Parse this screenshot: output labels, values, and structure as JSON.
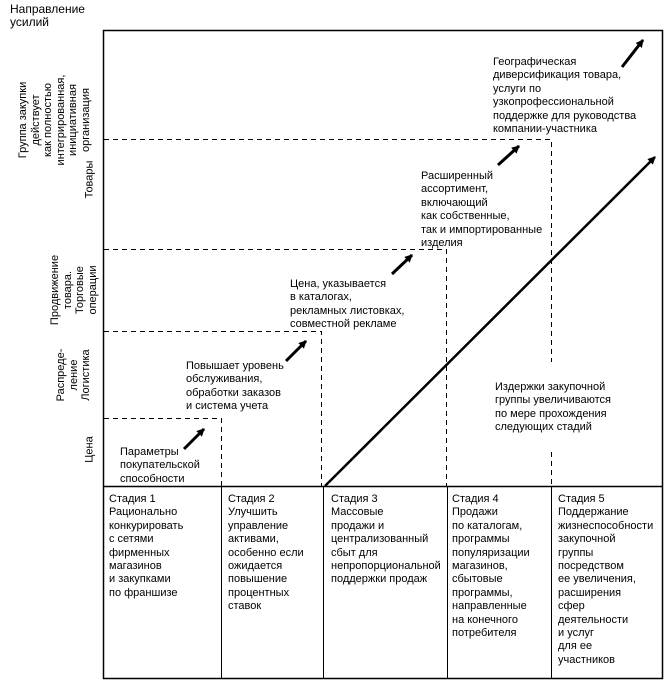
{
  "y_axis_title": "Направление\nусилий",
  "y_levels": [
    "Группа закупки\nдействует\nкак полностью\nинтегрированная,\nинициативная\nорганизация",
    "Товары",
    "Продвижение\nтовара.\nТорговые\nоперации",
    "Распреде-\nление\nЛогистика",
    "Цена"
  ],
  "steps": [
    "Параметры\nпокупательской\nспособности",
    "Повышает уровень\nобслуживания,\nобработки заказов\nи система учета",
    "Цена, указывается\nв каталогах,\nрекламных листовках,\nсовместной рекламе",
    "Расширенный\nассортимент,\nвключающий\nкак собственные,\nтак и импортированные\nизделия",
    "Географическая\nдиверсификация товара,\nуслуги по\nузкопрофессиональной\nподдержке для руководства\nкомпании-участника"
  ],
  "cost_note": "Издержки закупочной\nгруппы увеличиваются\nпо мере прохождения\nследующих стадий",
  "stages": [
    "Стадия 1\nРационально\nконкурировать\nс сетями\nфирменных\nмагазинов\nи закупками\nпо франшизе",
    "Стадия 2\nУлучшить\nуправление\nактивами,\nособенно если\nожидается\nповышение\nпроцентных\nставок",
    "Стадия 3\nМассовые\nпродажи и\nцентрализованный\nсбыт для\nнепропорциональной\nподдержки продаж",
    "Стадия 4\nПродажи\nпо каталогам,\nпрограммы\nпопуляризации\nмагазинов,\nсбытовые\nпрограммы,\nнаправленные\nна конечного\nпотребителя",
    "Стадия 5\nПоддержание\nжизнеспособности\nзакупочной\nгруппы\nпосредством\nее увеличения,\nрасширения\nсфер\nдеятельности\nи услуг\nдля ее\nучастников"
  ]
}
